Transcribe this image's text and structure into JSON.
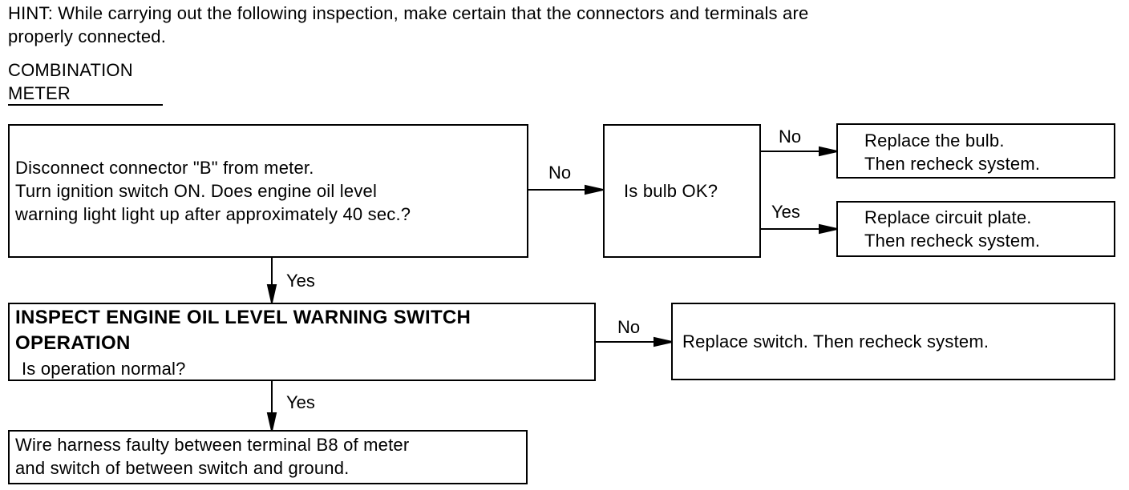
{
  "hint": {
    "line1": "HINT: While carrying out the following inspection, make certain that the connectors and terminals are",
    "line2": "properly connected."
  },
  "section": {
    "line1": "COMBINATION",
    "line2": "METER"
  },
  "step1": {
    "line1": "Disconnect connector \"B\" from meter.",
    "line2": "Turn ignition switch ON. Does engine oil level",
    "line3": "warning light light up after approximately 40 sec.?"
  },
  "bulb_check": {
    "text": "Is bulb OK?"
  },
  "replace_bulb": {
    "line1": "Replace the bulb.",
    "line2": "Then recheck system."
  },
  "replace_plate": {
    "line1": "Replace circuit plate.",
    "line2": "Then recheck system."
  },
  "step2": {
    "line1": "INSPECT ENGINE OIL LEVEL WARNING SWITCH",
    "line2": "OPERATION",
    "line3": "Is operation normal?"
  },
  "replace_switch": {
    "text": "Replace switch. Then recheck system."
  },
  "result": {
    "line1": "Wire harness faulty between terminal B8 of meter",
    "line2": "and switch of between switch and ground."
  },
  "labels": {
    "step1_no": "No",
    "bulb_no": "No",
    "bulb_yes": "Yes",
    "step1_yes": "Yes",
    "step2_no": "No",
    "step2_yes": "Yes"
  }
}
